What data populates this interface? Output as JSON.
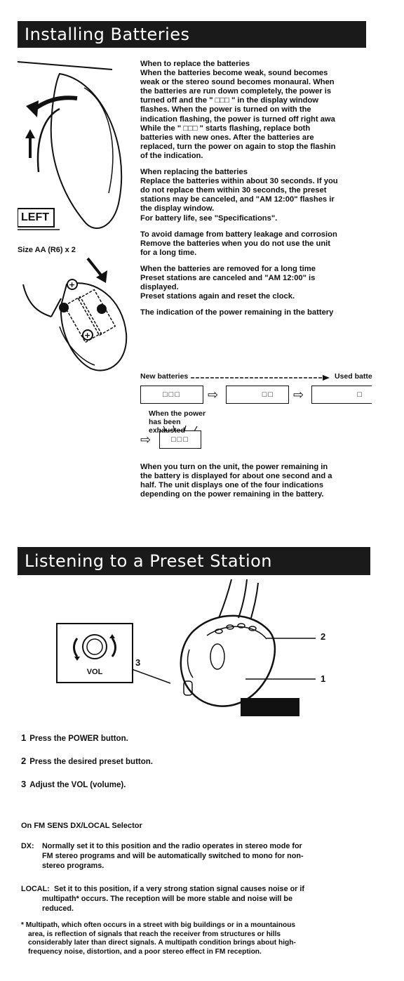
{
  "section1": {
    "title": "Installing Batteries",
    "fig_left_label": "LEFT",
    "fig_size_label": "Size AA (R6) x 2",
    "when_replace": {
      "heading": "When to replace the batteries",
      "lines": [
        "When the batteries become weak, sound becomes",
        "weak or the stereo sound becomes monaural. When",
        "the batteries are run down completely, the power is",
        "turned off and the \" □□□ \" in the display window",
        "flashes. When the power is turned on with the",
        "indication flashing, the power is turned off right awa",
        "While the \" □□□ \" starts flashing, replace both",
        "batteries with new ones. After the batteries are",
        "replaced, turn the power on again to stop the flashin",
        "of the indication."
      ]
    },
    "when_replacing": {
      "heading": "When replacing the batteries",
      "lines": [
        "Replace the batteries within about 30 seconds. If you",
        "do not replace them within 30 seconds, the preset",
        "stations may be canceled, and \"AM 12:00\" flashes ir",
        "the display window.",
        "For battery life, see \"Specifications\"."
      ]
    },
    "avoid_damage": {
      "heading": "To avoid damage from battery leakage and corrosion",
      "lines": [
        "Remove the batteries when you do not use the unit",
        "for a long time."
      ]
    },
    "removed_long": {
      "heading": "When the batteries are removed for a long time",
      "lines": [
        "Preset stations are canceled and \"AM 12:00\" is",
        "displayed.",
        "Preset stations again and reset the clock."
      ]
    },
    "indication": {
      "heading": "The indication of the power remaining in the battery",
      "new_label": "New batteries",
      "used_label": "Used batte",
      "lcd_full": "□□□",
      "lcd_two": "□□",
      "lcd_one": "□",
      "exhausted_label": "When the power has been exhausted",
      "lcd_flash": "□□□"
    },
    "remaining_text": [
      "When you turn on the unit, the power remaining in",
      "the battery is displayed for about one second and a",
      "half. The unit displays one of the four indications",
      "depending on the power remaining in the battery."
    ]
  },
  "section2": {
    "title": "Listening to a Preset Station",
    "vol_label": "VOL",
    "callouts": {
      "c1": "1",
      "c2": "2",
      "c3": "3"
    },
    "steps": [
      {
        "num": "1",
        "text": "Press the POWER button."
      },
      {
        "num": "2",
        "text": "Press the desired preset button."
      },
      {
        "num": "3",
        "text": "Adjust the VOL (volume)."
      }
    ],
    "selector": {
      "heading": "On FM SENS DX/LOCAL Selector",
      "dx_label": "DX:",
      "dx_lines": [
        "Normally set it to this position and the radio operates in stereo mode for",
        "FM stereo programs and will be automatically switched to mono for non-",
        "stereo programs."
      ],
      "local_label": "LOCAL:",
      "local_lines": [
        "Set it to this position, if a very strong station signal causes noise or if",
        "multipath* occurs. The reception will be more stable and noise will be",
        "reduced."
      ],
      "footnote_lines": [
        "* Multipath, which often occurs in a street with big buildings or in a mountainous",
        "area, is reflection of signals that reach the receiver from structures or hills",
        "considerably later than direct signals. A multipath condition brings about high-",
        "frequency noise, distortion, and a poor stereo effect in FM reception."
      ]
    }
  }
}
